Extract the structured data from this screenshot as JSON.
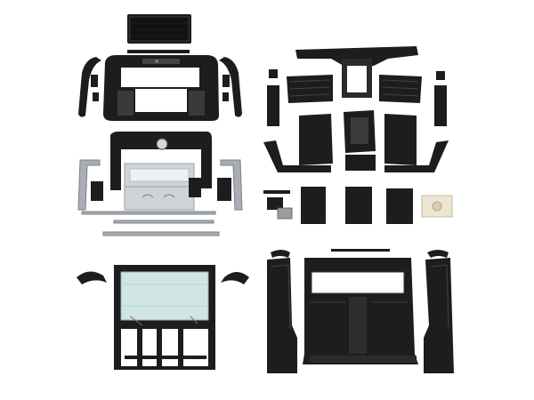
{
  "image": {
    "background": "#ffffff",
    "part_color": "#1d1d1f",
    "trim_color": "#cfd3d8"
  },
  "groups": [
    {
      "id": "upper-left",
      "label": ""
    },
    {
      "id": "upper-right",
      "label": ""
    },
    {
      "id": "lower-left",
      "label": ""
    },
    {
      "id": "lower-right",
      "label": ""
    }
  ]
}
